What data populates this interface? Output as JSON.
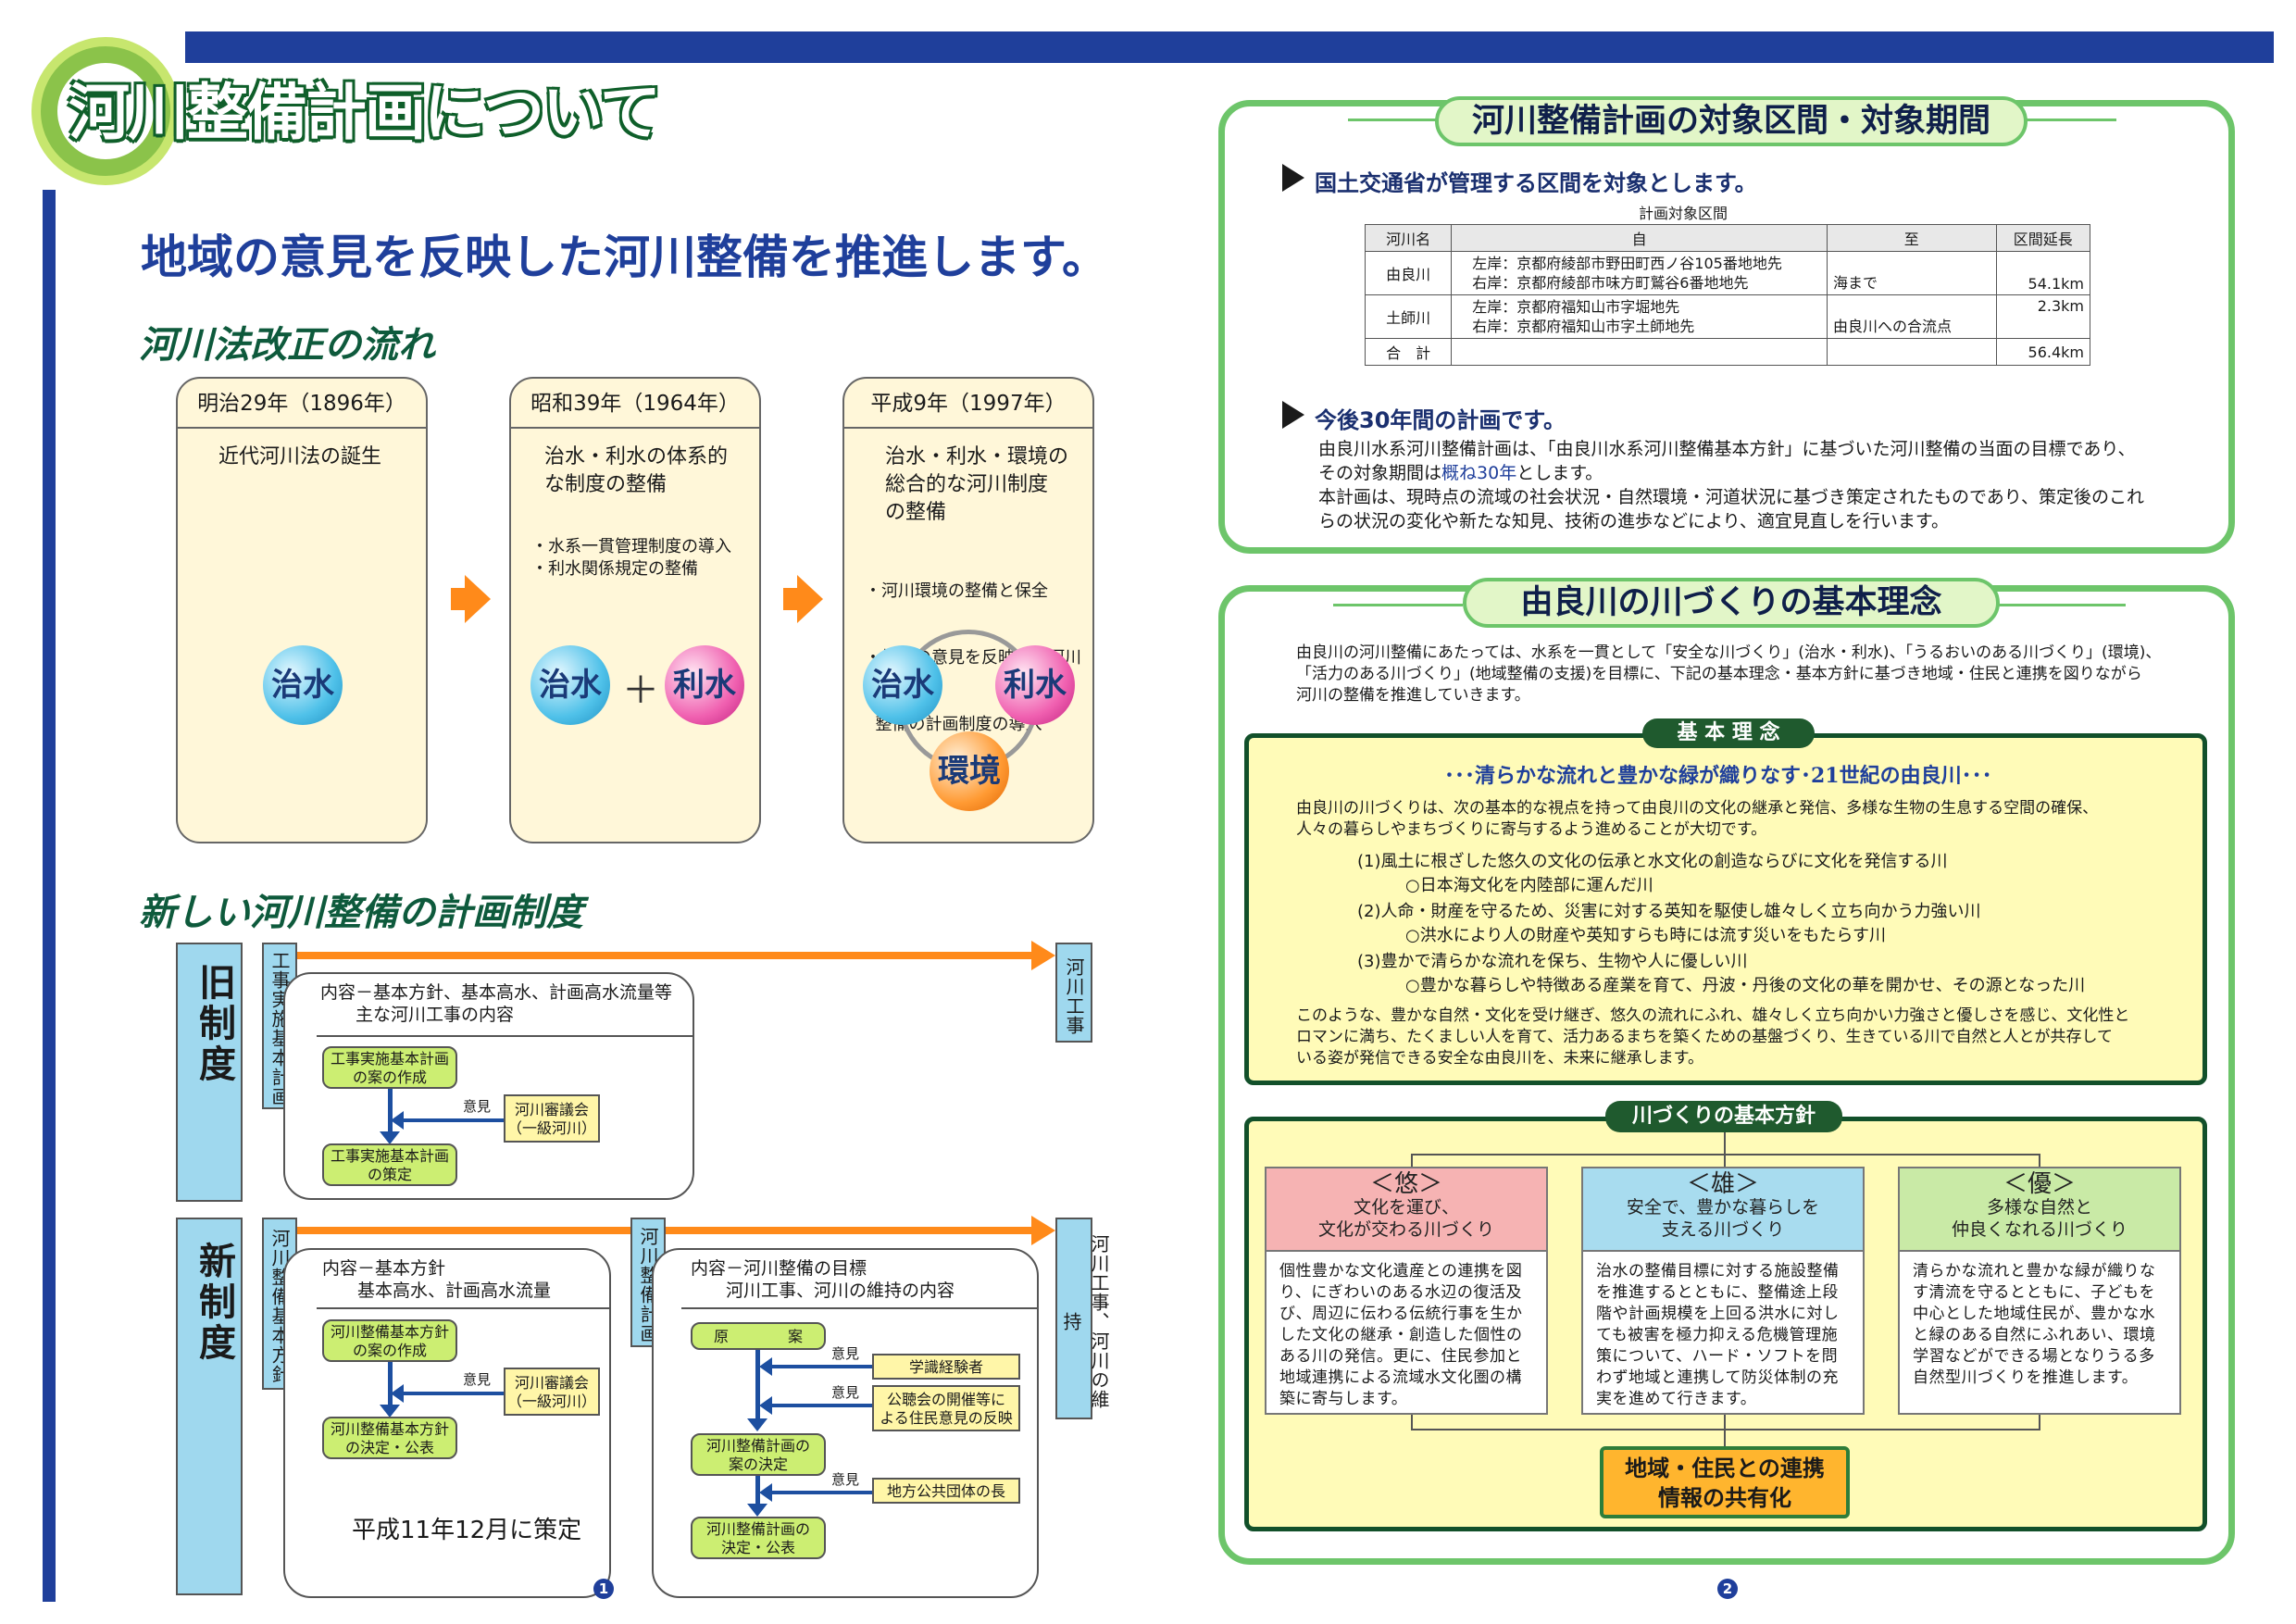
{
  "header": {
    "title": "河川整備計画について"
  },
  "left": {
    "subtitle": "地域の意見を反映した河川整備を推進します。",
    "section1": "河川法改正の流れ",
    "eras": [
      {
        "head": "明治29年（1896年）",
        "body": "近代河川法の誕生",
        "notes": [],
        "balls": [
          "治水"
        ]
      },
      {
        "head": "昭和39年（1964年）",
        "body": "治水・利水の体系的\nな制度の整備",
        "notes": [
          "・水系一貫管理制度の導入",
          "・利水関係規定の整備"
        ],
        "balls": [
          "治水",
          "利水"
        ],
        "plus": "＋"
      },
      {
        "head": "平成9年（1997年）",
        "body": "治水・利水・環境の\n総合的な河川制度\nの整備",
        "notes": [
          "・河川環境の整備と保全",
          "・地域の意見を反映した河川",
          "  整備の計画制度の導入"
        ],
        "balls": [
          "治水",
          "利水",
          "環境"
        ]
      }
    ],
    "section2": "新しい河川整備の計画制度",
    "old": {
      "label": "旧制度",
      "plan_label": "工事実施基本計画",
      "end_label": "河川工事",
      "content": "内容－基本方針、基本高水、計画高水流量等\n　　主な河川工事の内容",
      "box1": "工事実施基本計画\nの案の作成",
      "box2": "工事実施基本計画\nの策定",
      "opinion": "意見",
      "council": "河川審議会\n（一級河川）"
    },
    "new": {
      "label": "新制度",
      "plan1_label": "河川整備基本方針",
      "plan2_label": "河川整備計画",
      "end_label": "河川工事、河川の維持",
      "content1": "内容－基本方針\n　　基本高水、計画高水流量",
      "box1": "河川整備基本方針\nの案の作成",
      "box2": "河川整備基本方針\nの決定・公表",
      "opinion": "意見",
      "council": "河川審議会\n（一級河川）",
      "enacted": "平成11年12月に策定",
      "content2": "内容－河川整備の目標\n　　河川工事、河川の維持の内容",
      "draft": "原　　　　案",
      "opinion2": "意見",
      "expert": "学識経験者",
      "opinion3": "意見",
      "public": "公聴会の開催等に\nよる住民意見の反映",
      "box3": "河川整備計画の\n案の決定",
      "opinion4": "意見",
      "local": "地方公共団体の長",
      "box4": "河川整備計画の\n決定・公表"
    },
    "page_num": "1"
  },
  "right": {
    "panel1_title": "河川整備計画の対象区間・対象期間",
    "h_a": "国土交通省が管理する区間を対象とします。",
    "table_caption": "計画対象区間",
    "table_headers": [
      "河川名",
      "自",
      "至",
      "区間延長"
    ],
    "table_rows": [
      {
        "river": "由良川",
        "from": "左岸：京都府綾部市野田町西ノ谷105番地地先\n右岸：京都府綾部市味方町鷲谷6番地地先",
        "to": "海まで",
        "len": "54.1km"
      },
      {
        "river": "土師川",
        "from": "左岸：京都府福知山市字堀地先\n右岸：京都府福知山市字土師地先",
        "to": "由良川への合流点",
        "len": "2.3km"
      }
    ],
    "table_total": {
      "label": "合　計",
      "len": "56.4km"
    },
    "h_b": "今後30年間の計画です。",
    "para_b1": "由良川水系河川整備計画は、「由良川水系河川整備基本方針」に基づいた河川整備の当面の目標であり、",
    "para_b2a": "その対象期間は",
    "para_b2b": "概ね30年",
    "para_b2c": "とします。",
    "para_b3": "本計画は、現時点の流域の社会状況・自然環境・河道状況に基づき策定されたものであり、策定後のこれ\nらの状況の変化や新たな知見、技術の進歩などにより、適宜見直しを行います。",
    "panel2_title": "由良川の川づくりの基本理念",
    "intro": "由良川の河川整備にあたっては、水系を一貫として「安全な川づくり」(治水・利水)、「うるおいのある川づくり」(環境)、\n「活力のある川づくり」(地域整備の支援)を目標に、下記の基本理念・基本方針に基づき地域・住民と連携を図りながら\n河川の整備を推進していきます。",
    "principle_label": "基 本 理 念",
    "principle_title": "･･･清らかな流れと豊かな緑が織りなす･21世紀の由良川･･･",
    "principle_lead": "由良川の川づくりは、次の基本的な視点を持って由良川の文化の継承と発信、多様な生物の生息する空間の確保、\n人々の暮らしやまちづくりに寄与するよう進めることが大切です。",
    "points": [
      {
        "main": "(1)風土に根ざした悠久の文化の伝承と水文化の創造ならびに文化を発信する川",
        "sub": "○日本海文化を内陸部に運んだ川"
      },
      {
        "main": "(2)人命・財産を守るため、災害に対する英知を駆使し雄々しく立ち向かう力強い川",
        "sub": "○洪水により人の財産や英知すらも時には流す災いをもたらす川"
      },
      {
        "main": "(3)豊かで清らかな流れを保ち、生物や人に優しい川",
        "sub": "○豊かな暮らしや特徴ある産業を育て、丹波・丹後の文化の華を開かせ、その源となった川"
      }
    ],
    "principle_close": "このような、豊かな自然・文化を受け継ぎ、悠久の流れにふれ、雄々しく立ち向かい力強さと優しさを感じ、文化性と\nロマンに満ち、たくましい人を育て、活力あるまちを築くための基盤づくり、生きている川で自然と人とが共存して\nいる姿が発信できる安全な由良川を、未来に継承します。",
    "policy_label": "川づくりの基本方針",
    "policies": [
      {
        "key": "＜悠＞",
        "head": "文化を運び、\n文化が交わる川づくり",
        "body": "個性豊かな文化遺産との連携を図り、にぎわいのある水辺の復活及び、周辺に伝わる伝統行事を生かした文化の継承・創造した個性のある川の発信。更に、住民参加と地域連携による流域水文化圏の構築に寄与します。",
        "color": "#f6b3b3"
      },
      {
        "key": "＜雄＞",
        "head": "安全で、豊かな暮らしを\n支える川づくり",
        "body": "治水の整備目標に対する施設整備を推進するとともに、整備途上段階や計画規模を上回る洪水に対しても被害を極力抑える危機管理施策について、ハード・ソフトを問わず地域と連携して防災体制の充実を進めて行きます。",
        "color": "#a8dcef"
      },
      {
        "key": "＜優＞",
        "head": "多様な自然と\n仲良くなれる川づくり",
        "body": "清らかな流れと豊かな緑が織りなす清流を守るとともに、子どもを中心とした地域住民が、豊かな水と緑のある自然にふれあい、環境学習などができる場となりうる多自然型川づくりを推進します。",
        "color": "#c9eaa6"
      }
    ],
    "bottom": "地域・住民との連携\n情報の共有化",
    "page_num": "2"
  }
}
